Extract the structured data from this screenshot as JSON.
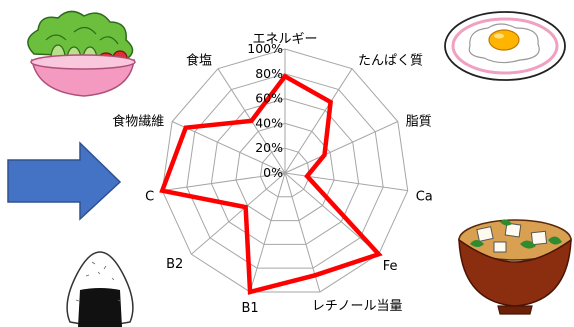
{
  "chart_data": {
    "type": "radar",
    "title": "",
    "categories": [
      "エネルギー",
      "たんぱく質",
      "脂質",
      "Ca",
      "Fe",
      "レチノール当量",
      "B1",
      "B2",
      "C",
      "食物繊維",
      "食塩"
    ],
    "values": [
      78,
      68,
      35,
      18,
      100,
      86,
      100,
      42,
      100,
      88,
      50
    ],
    "rlim": [
      0,
      100
    ],
    "tick_labels": [
      "0%",
      "20%",
      "40%",
      "60%",
      "80%",
      "100%"
    ],
    "grid": true,
    "legend": "none",
    "series_color": "#ff0000",
    "arrow_color": "#4472c4"
  },
  "illustrations": {
    "salad": "salad-bowl",
    "fried_egg": "fried-egg",
    "rice_ball": "onigiri",
    "miso_soup": "miso-soup"
  }
}
